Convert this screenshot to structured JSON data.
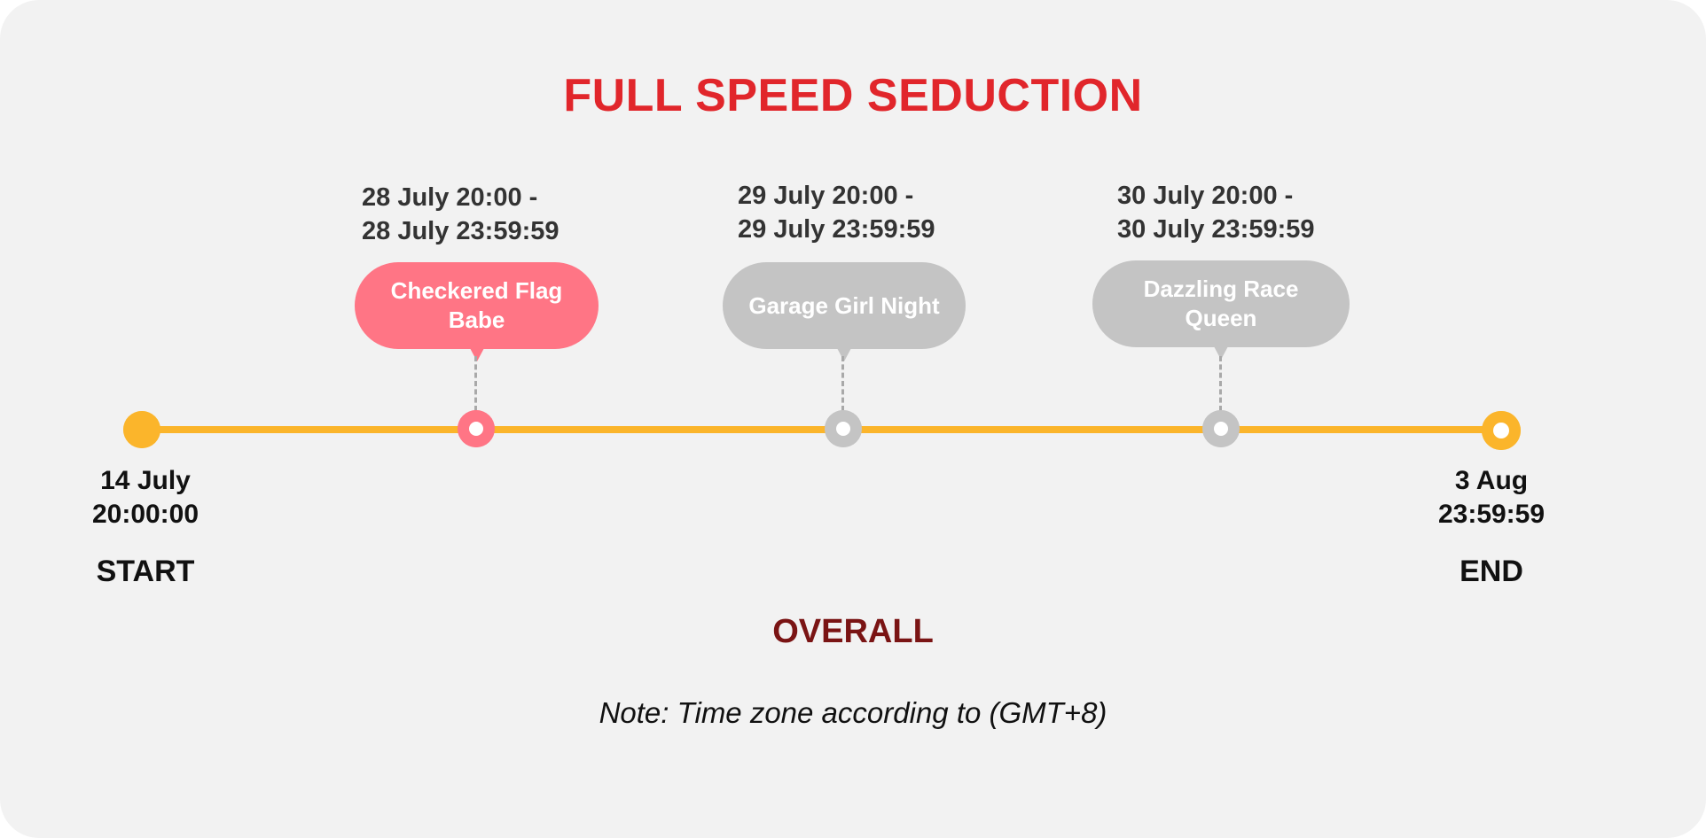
{
  "title": "FULL SPEED SEDUCTION",
  "colors": {
    "title": "#e1262b",
    "timeline": "#fbb52b",
    "active_event": "#ff7585",
    "inactive_event": "#c4c4c4",
    "overall": "#7a1414"
  },
  "start": {
    "date_line1": "14 July",
    "date_line2": "20:00:00",
    "label": "START"
  },
  "end": {
    "date_line1": "3 Aug",
    "date_line2": "23:59:59",
    "label": "END"
  },
  "events": [
    {
      "time_line1": "28 July 20:00 -",
      "time_line2": "28 July 23:59:59",
      "name_line1": "Checkered Flag",
      "name_line2": "Babe",
      "status": "active"
    },
    {
      "time_line1": "29 July 20:00 -",
      "time_line2": "29 July 23:59:59",
      "name_line1": "Garage Girl Night",
      "name_line2": "",
      "status": "inactive"
    },
    {
      "time_line1": "30 July 20:00 -",
      "time_line2": "30 July 23:59:59",
      "name_line1": "Dazzling Race Queen",
      "name_line2": "",
      "status": "inactive"
    }
  ],
  "overall_label": "OVERALL",
  "note": "Note: Time zone according to (GMT+8)"
}
